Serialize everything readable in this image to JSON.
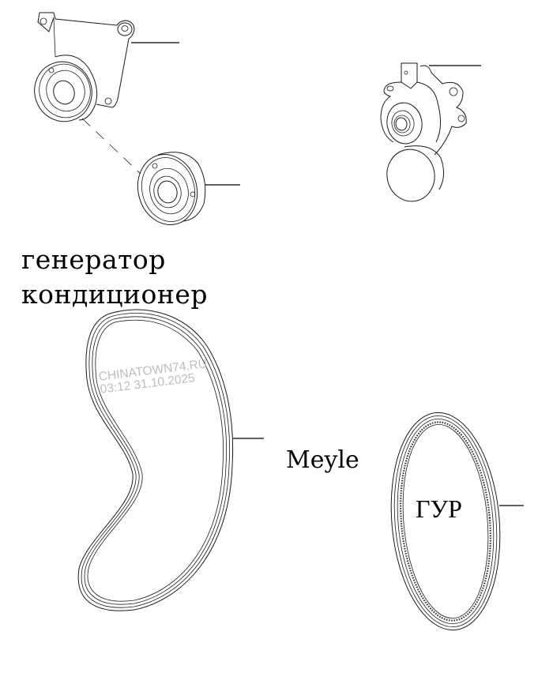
{
  "diagram": {
    "parts": [
      {
        "id": "tensioner-pulley-bracket",
        "description": "idler/tensioner pulley with mounting bracket",
        "callout": ""
      },
      {
        "id": "idler-pulley",
        "description": "idler pulley (lower)",
        "callout": ""
      },
      {
        "id": "automatic-belt-tensioner",
        "description": "automatic tensioner assembly",
        "callout": ""
      },
      {
        "id": "poly-v-belt-main",
        "description": "multi-ribbed belt (kidney shape)",
        "callout": ""
      },
      {
        "id": "ribbed-belt-power-steering",
        "description": "toothed ribbed belt (oval)",
        "callout": ""
      }
    ]
  },
  "labels": {
    "alternator": "генератор",
    "air_conditioner": "кондиционер",
    "brand": "Meyle",
    "power_steering": "ГУР"
  },
  "watermark": {
    "site": "CHINATOWN74.RU",
    "timestamp": "03:12 31.10.2025"
  },
  "colors": {
    "line": "#1a1a1a",
    "text": "#000000",
    "watermark": "#bdbdbd",
    "background": "#ffffff"
  }
}
